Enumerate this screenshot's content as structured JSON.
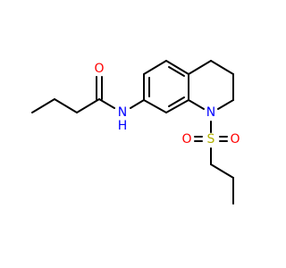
{
  "atoms": [
    {
      "id": "n_amide",
      "text": "N",
      "sub": "H",
      "color": "#0000ff"
    },
    {
      "id": "o_amide",
      "text": "O",
      "color": "#ff0000"
    },
    {
      "id": "n_ring",
      "text": "N",
      "color": "#0000ff"
    },
    {
      "id": "s_sulfonyl",
      "text": "S",
      "color": "#b2b200"
    },
    {
      "id": "o_sulfonyl_left",
      "text": "O",
      "color": "#ff0000"
    },
    {
      "id": "o_sulfonyl_right",
      "text": "O",
      "color": "#ff0000"
    }
  ],
  "colors": {
    "bond": "#000000",
    "nitrogen": "#0000ff",
    "oxygen": "#ff0000",
    "sulfur": "#b2b200"
  }
}
